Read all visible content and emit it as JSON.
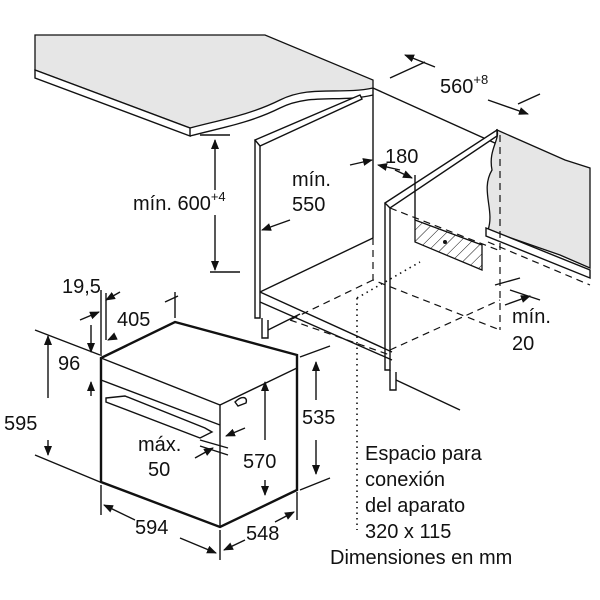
{
  "diagram": {
    "title": "Oven installation dimensions",
    "niche_width": {
      "value": "560",
      "tolerance": "+8"
    },
    "niche_height": {
      "prefix": "mín.",
      "value": "600",
      "tolerance": "+4"
    },
    "niche_depth": {
      "line1": "mín.",
      "line2": "550"
    },
    "connection_offset": "180",
    "rear_gap": {
      "line1": "mín.",
      "line2": "20"
    },
    "oven": {
      "front_offset": "19,5",
      "top_depth": "405",
      "panel_height": "96",
      "total_height": "595",
      "body_height_side": "535",
      "body_height": "570",
      "handle_protrusion": {
        "line1": "máx.",
        "line2": "50"
      },
      "width": "594",
      "depth": "548"
    },
    "connection_note": [
      "Espacio para",
      "conexión",
      "del aparato",
      "320 x 115"
    ],
    "units_note": "Dimensiones en mm"
  }
}
